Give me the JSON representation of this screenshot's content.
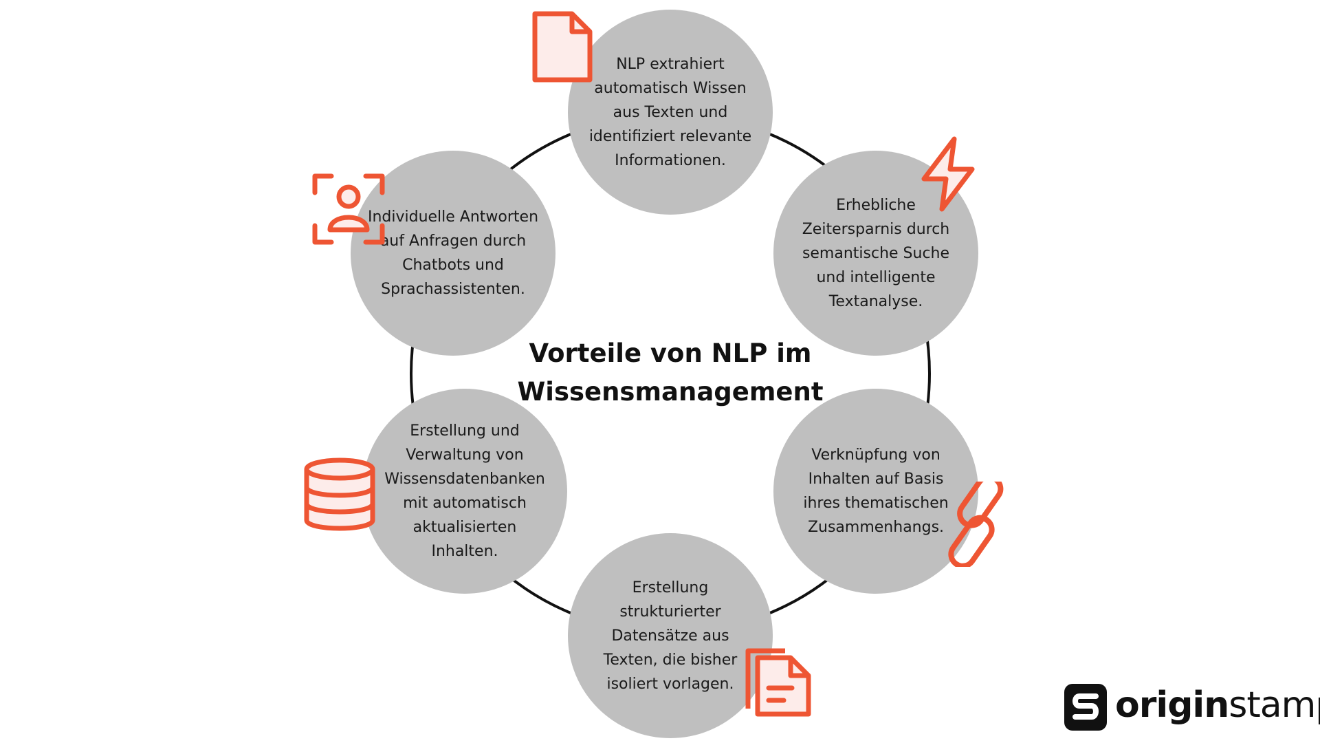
{
  "title": {
    "line1": "Vorteile von NLP im",
    "line2": "Wissensmanagement"
  },
  "colors": {
    "accent": "#ee5533",
    "accent_fill": "#fdecea",
    "node_fill": "#bfbfbf",
    "ring": "#111111",
    "text": "#1a1a1a"
  },
  "nodes": [
    {
      "id": "top",
      "icon": "document-icon",
      "text": "NLP extrahiert automatisch Wissen aus Texten und identifiziert relevante Informationen."
    },
    {
      "id": "upper-right",
      "icon": "lightning-bolt-icon",
      "text": "Erhebliche Zeitersparnis durch semantische Suche und intelligente Textanalyse."
    },
    {
      "id": "lower-right",
      "icon": "link-icon",
      "text": "Verknüpfung von Inhalten auf Basis ihres thematischen Zusammenhangs."
    },
    {
      "id": "bottom",
      "icon": "copy-documents-icon",
      "text": "Erstellung strukturierter Datensätze aus Texten, die bisher isoliert vorlagen."
    },
    {
      "id": "lower-left",
      "icon": "database-icon",
      "text": "Erstellung und Verwaltung von Wissensdatenbanken mit automatisch aktualisierten Inhalten."
    },
    {
      "id": "upper-left",
      "icon": "user-scan-icon",
      "text": "Individuelle Antworten auf Anfragen durch Chatbots und Sprachassistenten."
    }
  ],
  "logo": {
    "part1": "origin",
    "part2": "stamp",
    "icon": "originstamp-logo-icon"
  }
}
